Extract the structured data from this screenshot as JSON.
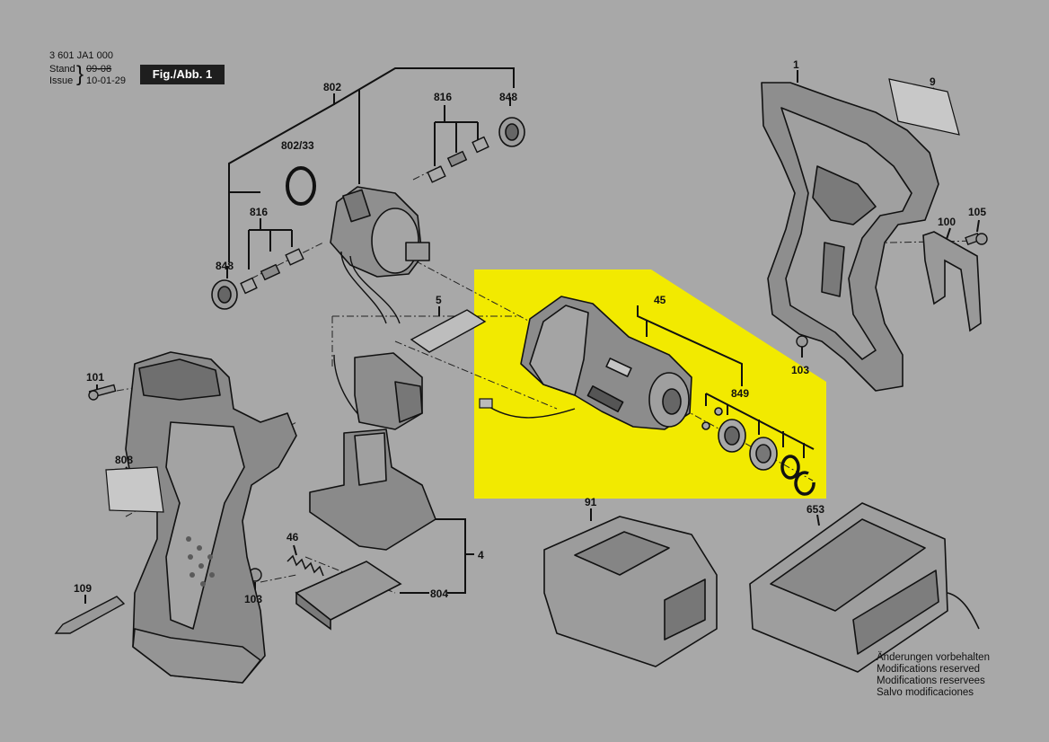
{
  "header": {
    "part_number": "3 601 JA1 000",
    "stand_label": "Stand",
    "stand_old": "09-08",
    "issue_label": "Issue",
    "issue_date": "10-01-29",
    "figure_label": "Fig./Abb. 1"
  },
  "callouts": {
    "c1": "1",
    "c9": "9",
    "c802": "802",
    "c816a": "816",
    "c848a": "848",
    "c80233": "802/33",
    "c816b": "816",
    "c848b": "848",
    "c5": "5",
    "c45": "45",
    "c849": "849",
    "c100": "100",
    "c105": "105",
    "c103a": "103",
    "c101": "101",
    "c808": "808",
    "c46": "46",
    "c4": "4",
    "c804": "804",
    "c91": "91",
    "c653": "653",
    "c109": "109",
    "c103b": "103"
  },
  "notes": [
    "Änderungen vorbehalten",
    "Modifications reserved",
    "Modifications reservees",
    "Salvo modificaciones"
  ],
  "highlight_color": "#f2ea00"
}
